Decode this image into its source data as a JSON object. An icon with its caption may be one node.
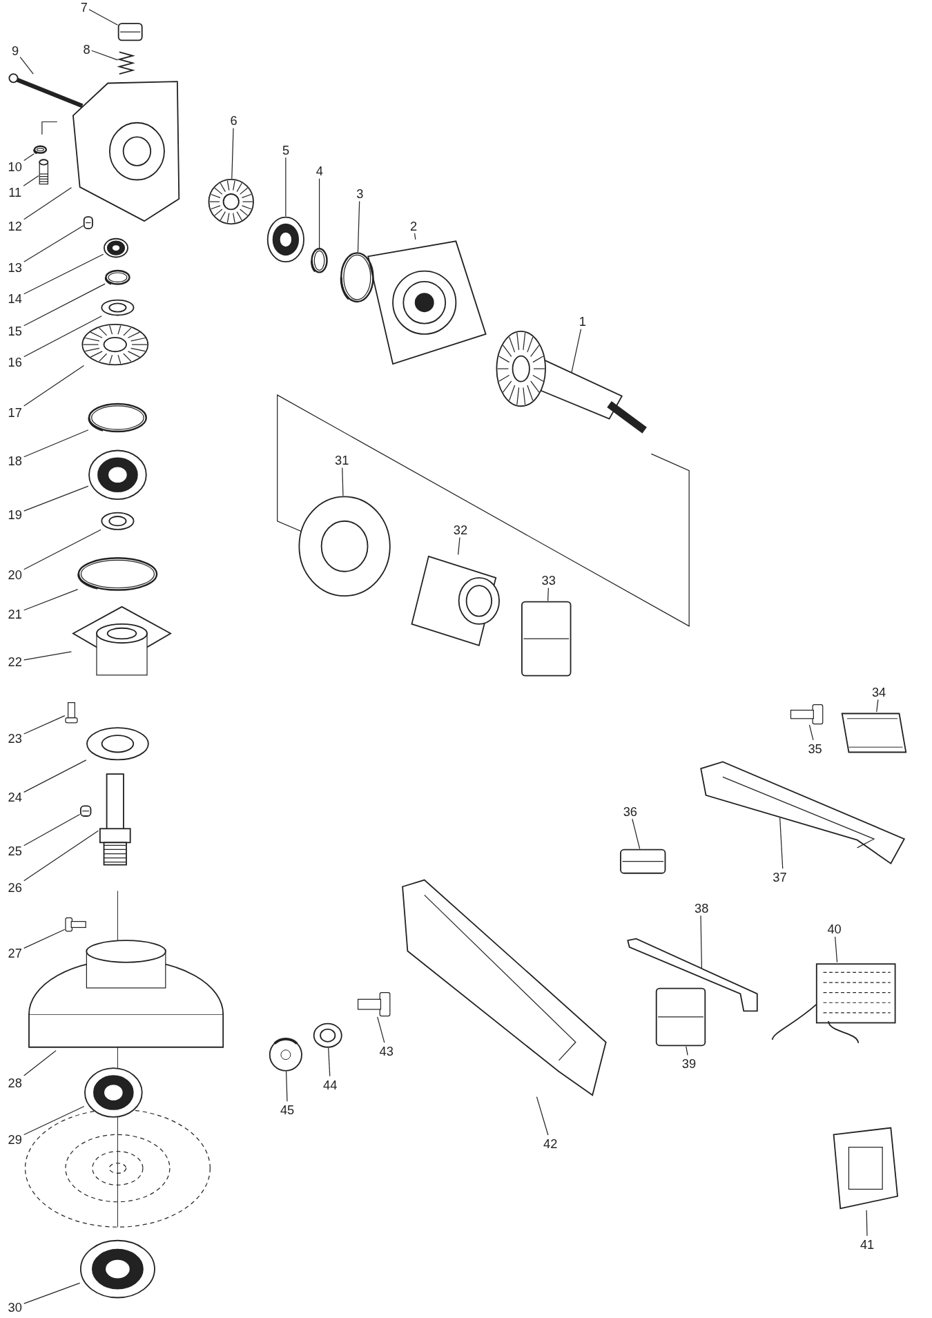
{
  "diagram": {
    "nodes": [
      {
        "text": [
          "1"
        ]
      },
      {
        "text": [
          "2"
        ]
      },
      {
        "text": [
          "3"
        ]
      },
      {
        "text": [
          "4"
        ]
      },
      {
        "text": [
          "5"
        ]
      },
      {
        "text": [
          "6"
        ]
      },
      {
        "text": [
          "7"
        ]
      },
      {
        "text": [
          "8"
        ]
      },
      {
        "text": [
          "9"
        ]
      },
      {
        "text": [
          "10"
        ]
      },
      {
        "text": [
          "11"
        ]
      },
      {
        "text": [
          "12"
        ]
      },
      {
        "text": [
          "13"
        ]
      },
      {
        "text": [
          "14"
        ]
      },
      {
        "text": [
          "15"
        ]
      },
      {
        "text": [
          "16"
        ]
      },
      {
        "text": [
          "17"
        ]
      },
      {
        "text": [
          "18"
        ]
      },
      {
        "text": [
          "19"
        ]
      },
      {
        "text": [
          "20"
        ]
      },
      {
        "text": [
          "21"
        ]
      },
      {
        "text": [
          "22"
        ]
      },
      {
        "text": [
          "23"
        ]
      },
      {
        "text": [
          "24"
        ]
      },
      {
        "text": [
          "25"
        ]
      },
      {
        "text": [
          "26"
        ]
      },
      {
        "text": [
          "27"
        ]
      },
      {
        "text": [
          "28"
        ]
      },
      {
        "text": [
          "29"
        ]
      },
      {
        "text": [
          "30"
        ]
      },
      {
        "text": [
          "31"
        ]
      },
      {
        "text": [
          "32"
        ]
      },
      {
        "text": [
          "33"
        ]
      },
      {
        "text": [
          "34"
        ]
      },
      {
        "text": [
          "35"
        ]
      },
      {
        "text": [
          "36"
        ]
      },
      {
        "text": [
          "37"
        ]
      },
      {
        "text": [
          "38"
        ]
      },
      {
        "text": [
          "39"
        ]
      },
      {
        "text": [
          "40"
        ]
      },
      {
        "text": [
          "41"
        ]
      },
      {
        "text": [
          "42"
        ]
      },
      {
        "text": [
          "43"
        ]
      },
      {
        "text": [
          "44"
        ]
      },
      {
        "text": [
          "45"
        ]
      },
      {
        "text": [],
        "shape": "picture"
      },
      {
        "text": [],
        "shape": "picture"
      },
      {
        "text": [],
        "shape": "picture"
      },
      {
        "text": [],
        "shape": "picture"
      },
      {
        "text": [],
        "shape": "picture"
      },
      {
        "text": [],
        "shape": "picture"
      },
      {
        "text": [],
        "shape": "picture"
      },
      {
        "text": [],
        "shape": "picture"
      },
      {
        "text": [],
        "shape": "picture"
      },
      {
        "text": [],
        "shape": "picture"
      },
      {
        "text": [],
        "shape": "picture"
      },
      {
        "text": [],
        "shape": "picture"
      },
      {
        "text": [],
        "shape": "picture"
      },
      {
        "text": [],
        "shape": "picture"
      },
      {
        "text": [],
        "shape": "picture"
      },
      {
        "text": [],
        "shape": "picture"
      },
      {
        "text": [],
        "shape": "picture"
      },
      {
        "text": [],
        "shape": "picture"
      },
      {
        "text": [],
        "shape": "picture"
      },
      {
        "text": [],
        "shape": "picture"
      },
      {
        "text": [],
        "shape": "picture"
      },
      {
        "text": [],
        "shape": "picture"
      },
      {
        "text": [],
        "shape": "picture"
      },
      {
        "text": [],
        "shape": "picture"
      },
      {
        "text": [],
        "shape": "picture"
      },
      {
        "text": [],
        "shape": "picture"
      },
      {
        "text": [],
        "shape": "picture"
      },
      {
        "text": [],
        "shape": "picture"
      },
      {
        "text": [],
        "shape": "picture"
      },
      {
        "text": [],
        "shape": "picture"
      },
      {
        "text": [],
        "shape": "picture"
      },
      {
        "text": [],
        "shape": "picture"
      },
      {
        "text": [],
        "shape": "picture"
      },
      {
        "text": [],
        "shape": "picture"
      },
      {
        "text": [],
        "shape": "picture"
      },
      {
        "text": [],
        "shape": "picture"
      },
      {
        "text": [],
        "shape": "picture"
      },
      {
        "text": [],
        "shape": "picture"
      },
      {
        "text": [],
        "shape": "picture"
      },
      {
        "text": [],
        "shape": "picture"
      },
      {
        "text": [],
        "shape": "picture"
      },
      {
        "text": [],
        "shape": "picture"
      },
      {
        "text": [],
        "shape": "picture"
      },
      {
        "text": [],
        "shape": "picture"
      },
      {
        "text": [],
        "shape": "picture"
      }
    ],
    "edges": [
      {
        "from": 0,
        "to": 45,
        "arrow": "none"
      },
      {
        "from": 1,
        "to": 46,
        "arrow": "none"
      },
      {
        "from": 2,
        "to": 47,
        "arrow": "none"
      },
      {
        "from": 3,
        "to": 48,
        "arrow": "none"
      },
      {
        "from": 4,
        "to": 49,
        "arrow": "none"
      },
      {
        "from": 5,
        "to": 50,
        "arrow": "none"
      },
      {
        "from": 6,
        "to": 51,
        "arrow": "none"
      },
      {
        "from": 7,
        "to": 52,
        "arrow": "none"
      },
      {
        "from": 8,
        "to": 53,
        "arrow": "none"
      },
      {
        "from": 9,
        "to": 54,
        "arrow": "none"
      },
      {
        "from": 10,
        "to": 55,
        "arrow": "none"
      },
      {
        "from": 11,
        "to": 56,
        "arrow": "none"
      },
      {
        "from": 12,
        "to": 57,
        "arrow": "none"
      },
      {
        "from": 13,
        "to": 58,
        "arrow": "none"
      },
      {
        "from": 14,
        "to": 59,
        "arrow": "none"
      },
      {
        "from": 15,
        "to": 60,
        "arrow": "none"
      },
      {
        "from": 16,
        "to": 61,
        "arrow": "none"
      },
      {
        "from": 17,
        "to": 62,
        "arrow": "none"
      },
      {
        "from": 18,
        "to": 63,
        "arrow": "none"
      },
      {
        "from": 19,
        "to": 64,
        "arrow": "none"
      },
      {
        "from": 20,
        "to": 65,
        "arrow": "none"
      },
      {
        "from": 21,
        "to": 66,
        "arrow": "none"
      },
      {
        "from": 22,
        "to": 67,
        "arrow": "none"
      },
      {
        "from": 23,
        "to": 68,
        "arrow": "none"
      },
      {
        "from": 24,
        "to": 69,
        "arrow": "none"
      },
      {
        "from": 25,
        "to": 70,
        "arrow": "none"
      },
      {
        "from": 26,
        "to": 71,
        "arrow": "none"
      },
      {
        "from": 27,
        "to": 72,
        "arrow": "none"
      },
      {
        "from": 28,
        "to": 73,
        "arrow": "none"
      },
      {
        "from": 29,
        "to": 74,
        "arrow": "none"
      },
      {
        "from": 30,
        "to": 75,
        "arrow": "none"
      },
      {
        "from": 31,
        "to": 76,
        "arrow": "none"
      },
      {
        "from": 32,
        "to": 77,
        "arrow": "none"
      },
      {
        "from": 33,
        "to": 78,
        "arrow": "none"
      },
      {
        "from": 34,
        "to": 79,
        "arrow": "none"
      },
      {
        "from": 35,
        "to": 80,
        "arrow": "none"
      },
      {
        "from": 36,
        "to": 81,
        "arrow": "none"
      },
      {
        "from": 37,
        "to": 82,
        "arrow": "none"
      },
      {
        "from": 38,
        "to": 83,
        "arrow": "none"
      },
      {
        "from": 39,
        "to": 84,
        "arrow": "none"
      },
      {
        "from": 40,
        "to": 85,
        "arrow": "none"
      },
      {
        "from": 41,
        "to": 86,
        "arrow": "none"
      },
      {
        "from": 42,
        "to": 87,
        "arrow": "none"
      },
      {
        "from": 43,
        "to": 88,
        "arrow": "none"
      },
      {
        "from": 44,
        "to": 89,
        "arrow": "none"
      }
    ]
  }
}
